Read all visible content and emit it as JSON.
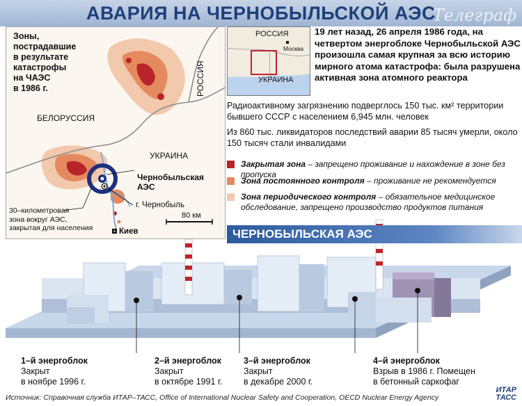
{
  "title": "АВАРИЯ НА ЧЕРНОБЫЛЬСКОЙ АЭС",
  "watermark": "Телеграф",
  "map": {
    "zones_title": "Зоны,\nпострадавшие\nв результате\nкатастрофы\nна ЧАЭС\nв 1986 г.",
    "belarus": "БЕЛОРУССИЯ",
    "russia": "РОССИЯ",
    "ukraine": "УКРАИНА",
    "plant_label": "Чернобыльская\nАЭС",
    "town_label": "г. Чернобыль",
    "zone_label": "30–километровая\nзона вокруг АЭС,\nзакрытая для населения",
    "kiev_label": "Киев",
    "scale_label": "80 км"
  },
  "inset_map": {
    "russia": "РОССИЯ",
    "moscow": "Москва",
    "ukraine": "УКРАИНА"
  },
  "intro": "19 лет назад, 26 апреля 1986 года, на четвертом энергоблоке Чернобыльской АЭС произошла самая крупная за всю историю мирного атома катастрофа: была разрушена активная зона атомного реактора",
  "fact1": "Радиоактивному загрязнению подверглось 150 тыс. км² территории бывшего СССР с населением 6,945 млн. человек",
  "fact2": "Из 860 тыс. ликвидаторов последствий аварии 85 тысяч умерли, около 150 тысяч стали инвалидами",
  "legend": [
    {
      "name": "Закрытая зона",
      "desc": " – запрещено проживание и нахождение в зоне без пропуска",
      "color": "#b8242a"
    },
    {
      "name": "Зона постоянного контроля",
      "desc": " – проживание не рекомендуется",
      "color": "#e58a5e"
    },
    {
      "name": "Зона периодического контроля",
      "desc": " – обязательное медицинское обследование, запрещено производство продуктов питания",
      "color": "#f2c9ad"
    }
  ],
  "plant_title": "ЧЕРНОБЫЛЬСКАЯ АЭС",
  "units": [
    {
      "head": "1–й энергоблок",
      "line1": "Закрыт",
      "line2": "в ноябре 1996 г."
    },
    {
      "head": "2–й энергоблок",
      "line1": "Закрыт",
      "line2": "в октябре 1991 г."
    },
    {
      "head": "3–й энергоблок",
      "line1": "Закрыт",
      "line2": "в декабре 2000 г."
    },
    {
      "head": "4–й энергоблок",
      "line1": "Взрыв в 1986 г. Помещен",
      "line2": "в бетонный саркофаг"
    }
  ],
  "source": "Источник: Справочная служба ИТАР–ТАСС, Office of International Nuclear Safety and Cooperation, OECD Nuclear Energy Agency",
  "logo": "ИТАР\nТАСС"
}
